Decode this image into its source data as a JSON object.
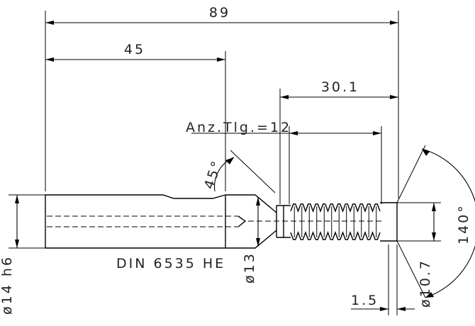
{
  "drawing": {
    "dims": {
      "overall_length": "89",
      "shank_length": "45",
      "cutting_length": "30.1",
      "tooth_count": "Anz.Tlg.=12",
      "chamfer_angle": "45°",
      "tip_angle": "140°",
      "shank_diameter": "ø14 h6",
      "neck_diameter": "ø13",
      "head_diameter": "ø10.7",
      "tip_offset": "1.5"
    },
    "standard": "DIN 6535 HE"
  }
}
